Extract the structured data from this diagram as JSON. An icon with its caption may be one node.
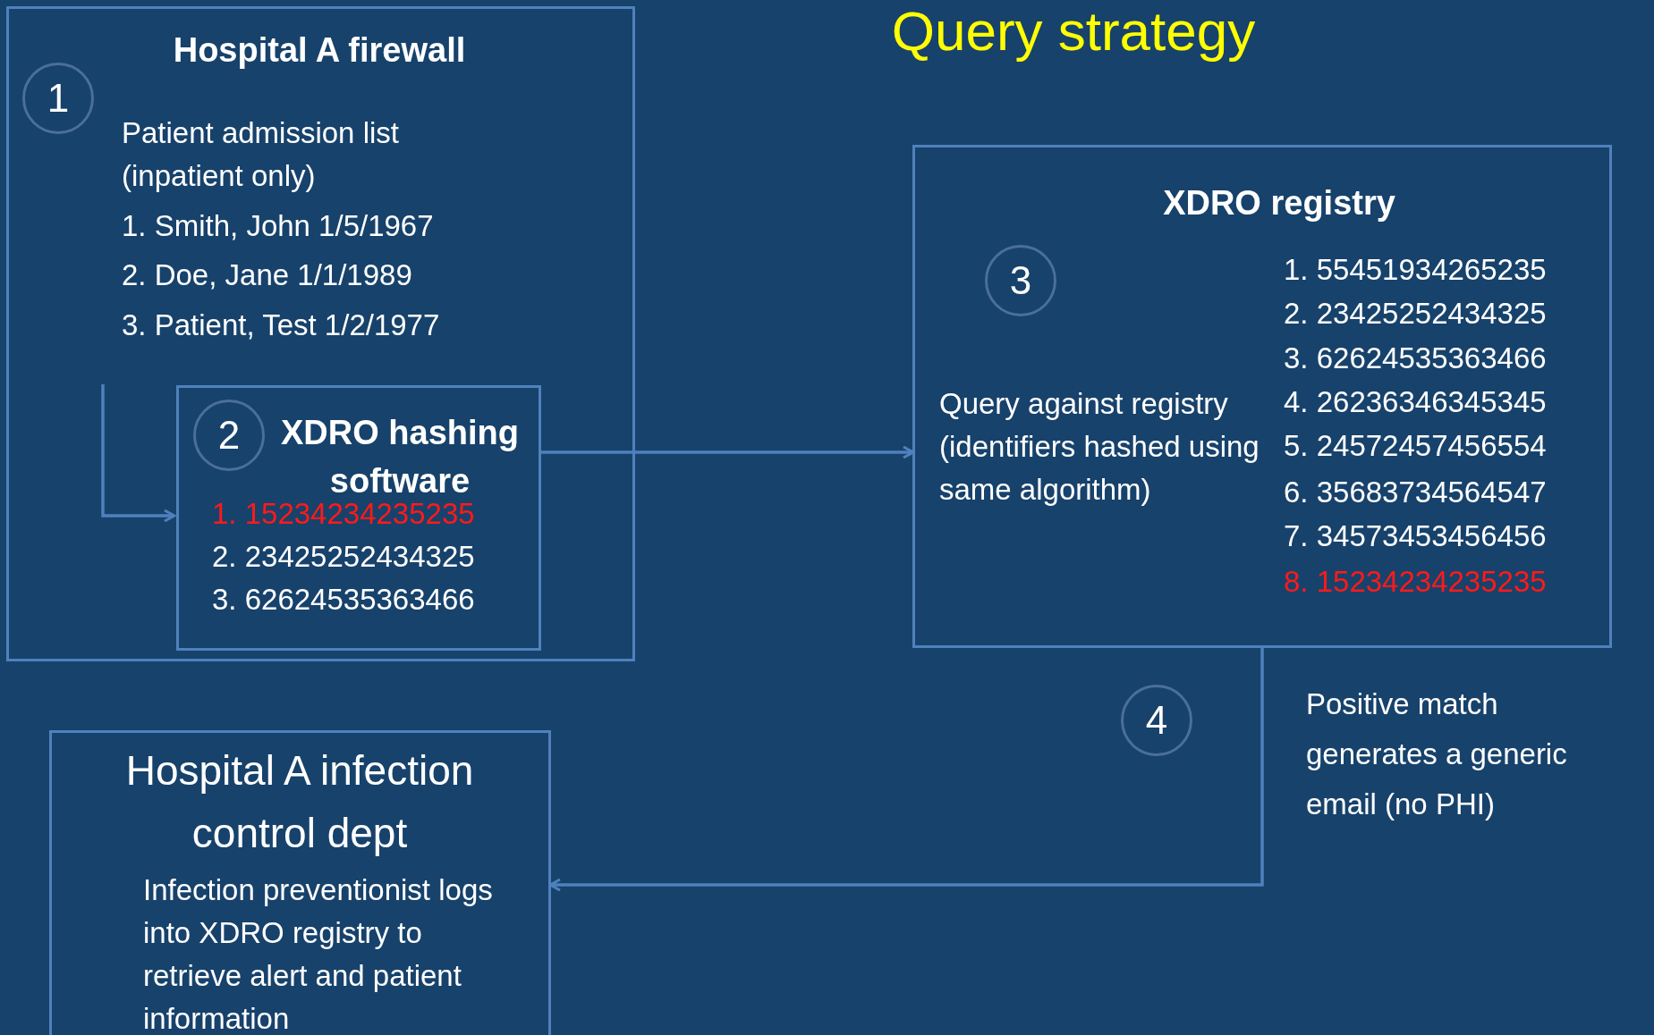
{
  "diagram": {
    "title": "Query strategy",
    "nodes": [
      {
        "text": [
          "Hospital A firewall",
          "Patient admission list (inpatient only)",
          "1. Smith, John 1/5/1967",
          "2. Doe, Jane 1/1/1989",
          "3. Patient, Test 1/2/1977"
        ]
      },
      {
        "text": [
          "1"
        ],
        "in": 0
      },
      {
        "text": [
          "XDRO hashing software",
          "1. 15234234235235",
          "2. 23425252434325",
          "3. 62624535363466"
        ],
        "in": 0
      },
      {
        "text": [
          "2"
        ],
        "in": 2
      },
      {
        "text": [
          "XDRO registry",
          "Query against registry (identifiers hashed using same algorithm)",
          "1. 55451934265235",
          "2. 23425252434325",
          "3. 62624535363466",
          "4. 26236346345345",
          "5. 24572457456554",
          "6. 35683734564547",
          "7. 34573453456456",
          "8. 15234234235235"
        ]
      },
      {
        "text": [
          "3"
        ],
        "in": 4
      },
      {
        "text": [
          "4"
        ]
      },
      {
        "text": [
          "Hospital A infection control dept",
          "Infection preventionist logs into XDRO registry to retrieve alert and patient information"
        ]
      }
    ],
    "edges": [
      {
        "from": null,
        "to": 2,
        "arrow": "to"
      },
      {
        "from": 2,
        "to": 4,
        "arrow": "to"
      },
      {
        "from": 4,
        "to": 7,
        "arrow": "to"
      }
    ],
    "labels": [
      "Positive match generates a generic email (no PHI)"
    ]
  }
}
